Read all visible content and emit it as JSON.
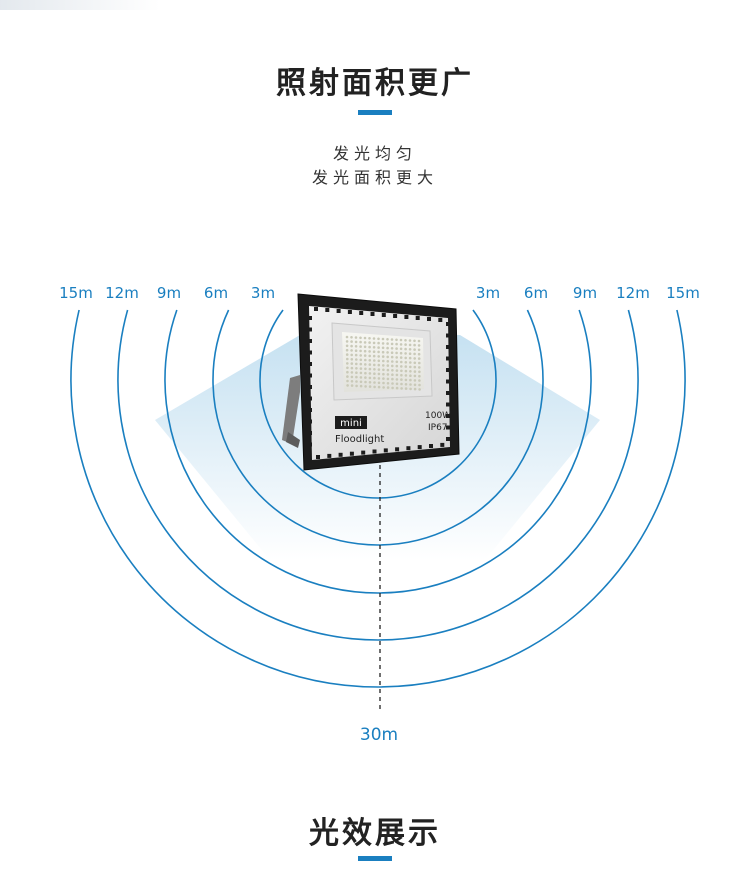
{
  "section1": {
    "title": "照射面积更广",
    "subtitle_line1": "发光均匀",
    "subtitle_line2": "发光面积更大"
  },
  "diagram": {
    "left_labels": [
      "15m",
      "12m",
      "9m",
      "6m",
      "3m"
    ],
    "right_labels": [
      "3m",
      "6m",
      "9m",
      "12m",
      "15m"
    ],
    "bottom_label": "30m",
    "ring_color": "#1a7fc0",
    "beam_color": "#bcdcef",
    "light": {
      "badge": "mini",
      "name": "Floodlight",
      "power": "100W",
      "rating": "IP67"
    }
  },
  "section2": {
    "title": "光效展示"
  }
}
